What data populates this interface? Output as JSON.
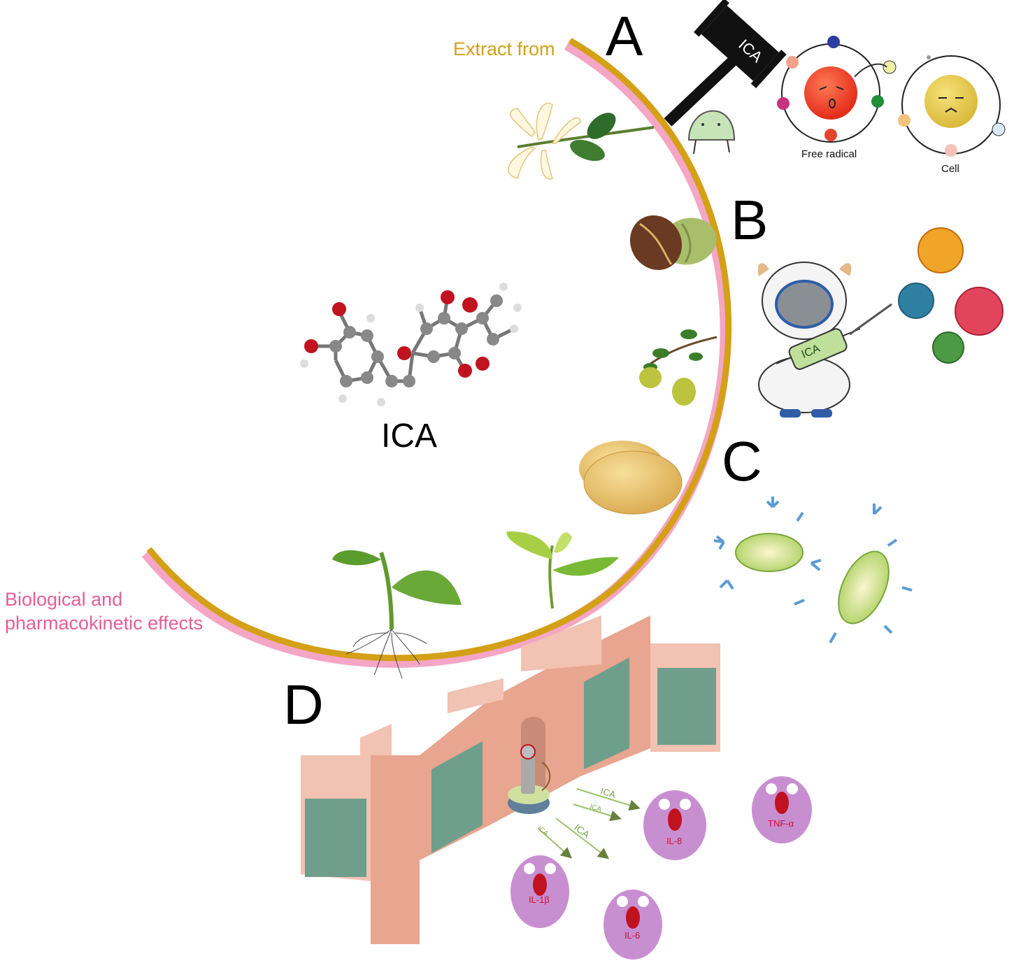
{
  "labels": {
    "extract_from": "Extract from",
    "bio_line1": "Biological and",
    "bio_line2": "pharmacokinetic effects",
    "compound": "ICA",
    "panel_a": "A",
    "panel_b": "B",
    "panel_c": "C",
    "panel_d": "D",
    "free_radical": "Free radical",
    "cell": "Cell",
    "hammer_text": "ICA",
    "syringe_text": "ICA",
    "arrow_texts": [
      "ICA",
      "ICA",
      "ICA",
      "ICA"
    ],
    "cytokines": [
      "IL-8",
      "TNF-α",
      "IL-1β",
      "IL-6"
    ]
  },
  "colors": {
    "extract": "#D4A017",
    "bio": "#E75D96",
    "arc_gold": "#D4A017",
    "arc_pink": "#F4A6C4",
    "wall": "#E8A58F",
    "wall_light": "#F2C2B2",
    "window": "#6F9E8C",
    "monster": "#C88FD0",
    "arrow": "#9AC26B"
  },
  "icons": [
    "molecule-ball-stick",
    "honeysuckle-flower",
    "coffee-beans",
    "pear-branch",
    "potatoes",
    "tea-leaves",
    "seedling-with-roots",
    "gavel",
    "free-radical",
    "cell",
    "astronaut-cow-with-syringe",
    "virus",
    "antibody-bacteria",
    "castle-wall",
    "archer-knight",
    "cytokine-monster"
  ]
}
